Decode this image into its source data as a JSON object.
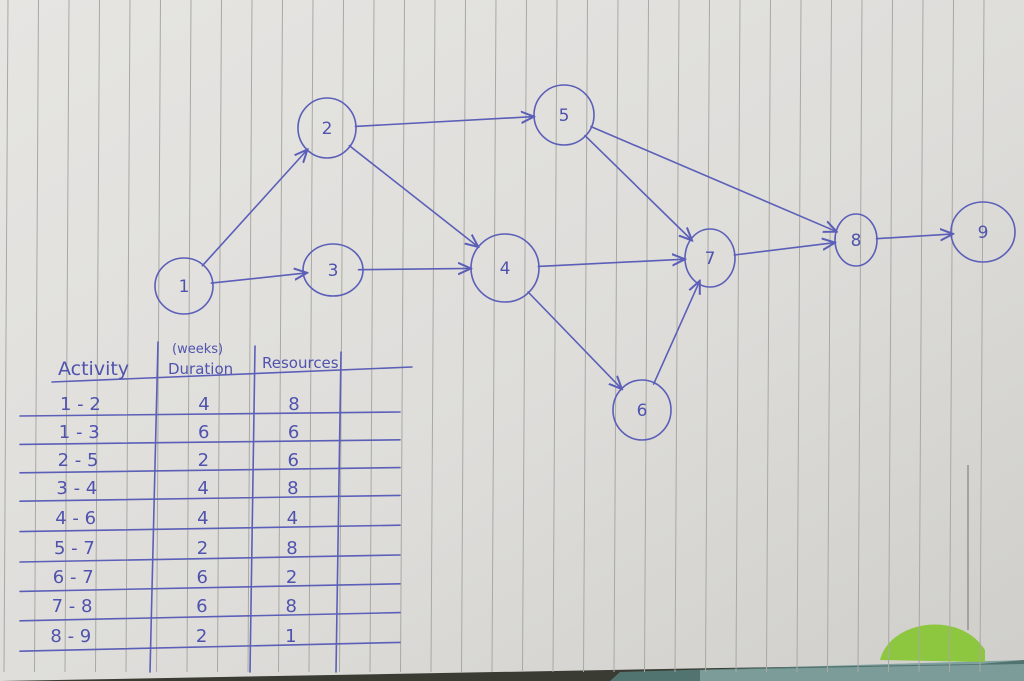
{
  "diagram": {
    "nodes": [
      {
        "id": "1",
        "label": "1"
      },
      {
        "id": "2",
        "label": "2"
      },
      {
        "id": "3",
        "label": "3"
      },
      {
        "id": "4",
        "label": "4"
      },
      {
        "id": "5",
        "label": "5"
      },
      {
        "id": "6",
        "label": "6"
      },
      {
        "id": "7",
        "label": "7"
      },
      {
        "id": "8",
        "label": "8"
      },
      {
        "id": "9",
        "label": "9"
      }
    ],
    "edges": [
      {
        "from": "1",
        "to": "2"
      },
      {
        "from": "1",
        "to": "3"
      },
      {
        "from": "2",
        "to": "5"
      },
      {
        "from": "2",
        "to": "4"
      },
      {
        "from": "3",
        "to": "4"
      },
      {
        "from": "4",
        "to": "7"
      },
      {
        "from": "4",
        "to": "6"
      },
      {
        "from": "5",
        "to": "7"
      },
      {
        "from": "5",
        "to": "8"
      },
      {
        "from": "6",
        "to": "7"
      },
      {
        "from": "7",
        "to": "8"
      },
      {
        "from": "8",
        "to": "9"
      }
    ]
  },
  "table": {
    "headers": {
      "activity": "Activity",
      "duration_unit": "(weeks)",
      "duration": "Duration",
      "resources": "Resources"
    },
    "rows": [
      {
        "activity": "1 - 2",
        "duration": "4",
        "resources": "8"
      },
      {
        "activity": "1 - 3",
        "duration": "6",
        "resources": "6"
      },
      {
        "activity": "2 - 5",
        "duration": "2",
        "resources": "6"
      },
      {
        "activity": "3 - 4",
        "duration": "4",
        "resources": "8"
      },
      {
        "activity": "4 - 6",
        "duration": "4",
        "resources": "4"
      },
      {
        "activity": "5 - 7",
        "duration": "2",
        "resources": "8"
      },
      {
        "activity": "6 - 7",
        "duration": "6",
        "resources": "2"
      },
      {
        "activity": "7 - 8",
        "duration": "6",
        "resources": "8"
      },
      {
        "activity": "8 - 9",
        "duration": "2",
        "resources": "1"
      }
    ]
  },
  "colors": {
    "ink": "#5b5fb8",
    "paper": "#e2e1de",
    "rule": "#a9a8a3",
    "marker": "#8dc63f"
  }
}
